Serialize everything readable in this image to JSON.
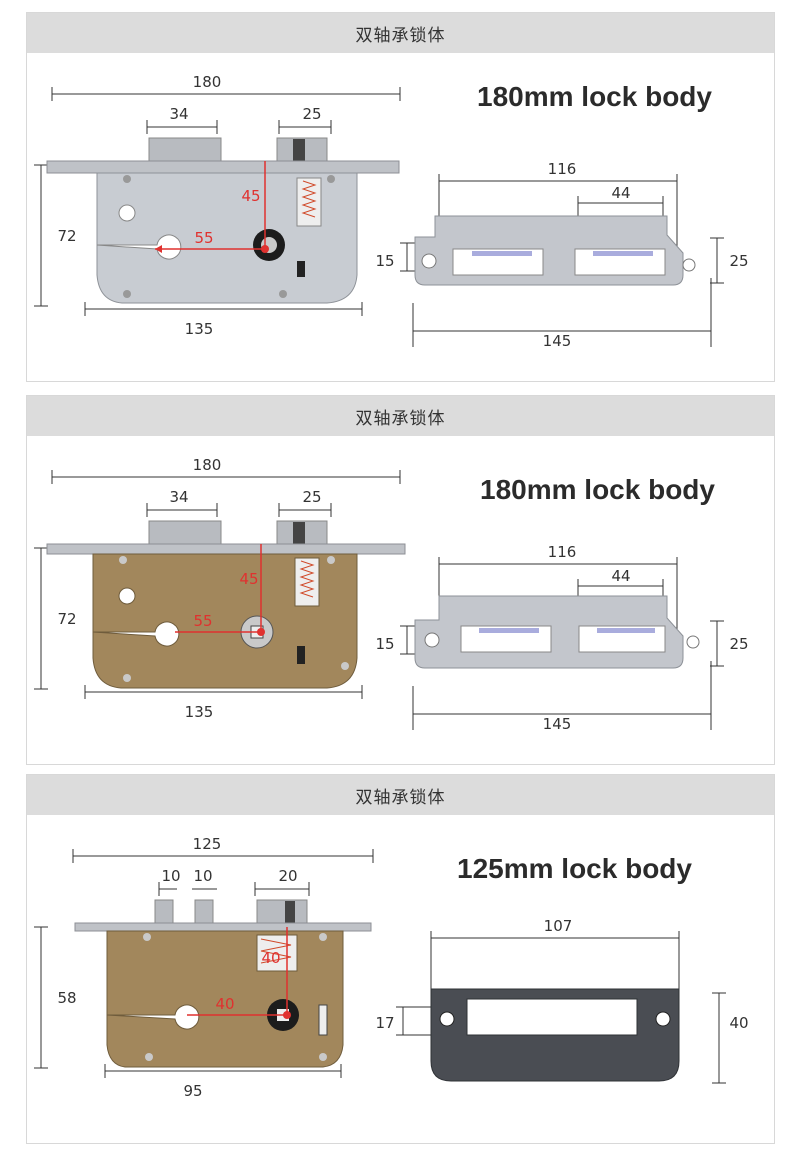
{
  "panels": [
    {
      "header": "双轴承锁体",
      "title": "180mm lock body",
      "plate_color": "silver",
      "dims": {
        "total_width": "180",
        "left_bolt": "34",
        "right_bolt": "25",
        "height": "72",
        "vertical_offset": "45",
        "backset": "55",
        "case_width": "135"
      },
      "strike_dims": {
        "inner_width": "116",
        "slot_width": "44",
        "hole_offset": "15",
        "height": "25",
        "total_width": "145"
      }
    },
    {
      "header": "双轴承锁体",
      "title": "180mm lock body",
      "plate_color": "bronze",
      "dims": {
        "total_width": "180",
        "left_bolt": "34",
        "right_bolt": "25",
        "height": "72",
        "vertical_offset": "45",
        "backset": "55",
        "case_width": "135"
      },
      "strike_dims": {
        "inner_width": "116",
        "slot_width": "44",
        "hole_offset": "15",
        "height": "25",
        "total_width": "145"
      }
    },
    {
      "header": "双轴承锁体",
      "title": "125mm lock body",
      "plate_color": "bronze",
      "dims": {
        "total_width": "125",
        "left_bolt_a": "10",
        "left_bolt_b": "10",
        "right_bolt": "20",
        "height": "58",
        "vertical_offset": "40",
        "backset": "40",
        "case_width": "95"
      },
      "strike_dims": {
        "inner_width": "107",
        "hole_offset": "17",
        "height": "40"
      }
    }
  ],
  "colors": {
    "header_bg": "#dcdcdc",
    "dimension_line": "#333333",
    "annotation_red": "#e0312f",
    "silver_plate": "#c7cad0",
    "bronze_plate": "#a2875c",
    "faceplate": "#b9bcc1",
    "dark_strike": "#4a4d53"
  }
}
